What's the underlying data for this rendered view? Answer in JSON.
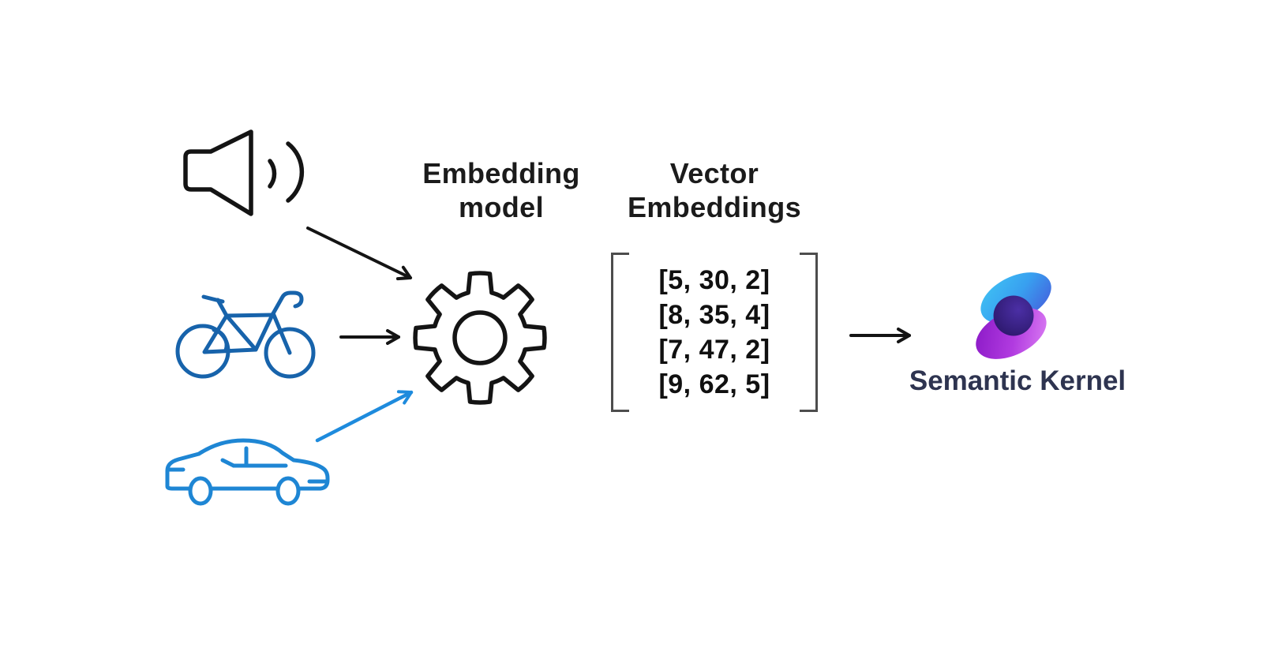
{
  "labels": {
    "embedding_model_line1": "Embedding",
    "embedding_model_line2": "model",
    "vector_embeddings_line1": "Vector",
    "vector_embeddings_line2": "Embeddings",
    "semantic_kernel": "Semantic Kernel"
  },
  "matrix": {
    "rows": [
      "[5, 30, 2]",
      "[8, 35, 4]",
      "[7, 47, 2]",
      "[9, 62, 5]"
    ]
  },
  "icons": {
    "speaker": "speaker-icon",
    "bicycle": "bicycle-icon",
    "car": "car-icon",
    "gear": "gear-icon",
    "logo": "semantic-kernel-logo"
  },
  "colors": {
    "ink": "#141414",
    "bracket_gray": "#4d4d4d",
    "bicycle_blue": "#1763ab",
    "car_blue": "#1e86d4",
    "arrow_blue": "#1e8bdd",
    "kernel_text": "#2e3450",
    "logo_cyan": "#40c4f4",
    "logo_blue": "#4659db",
    "logo_purple": "#8d1bc8",
    "logo_magenta": "#d878f2",
    "logo_core_dark": "#261360"
  }
}
